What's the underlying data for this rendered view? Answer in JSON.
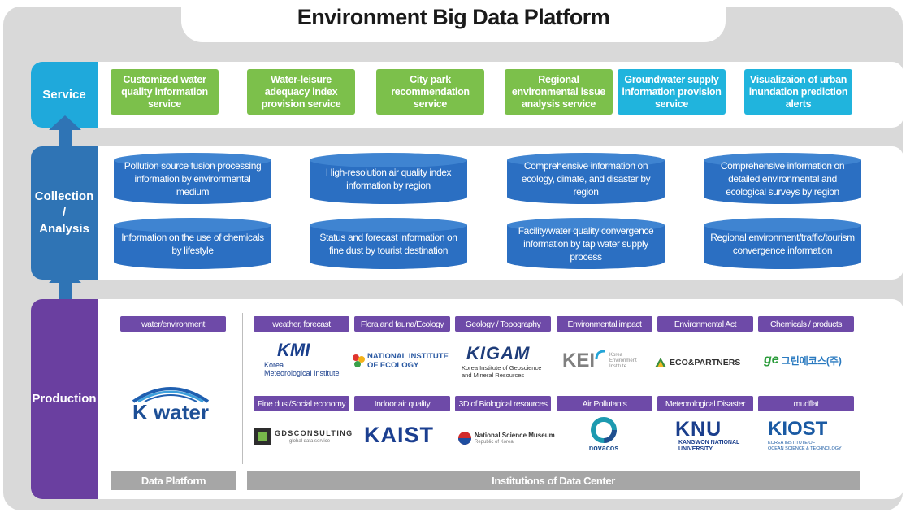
{
  "title": "Environment Big Data Platform",
  "rows": {
    "service": "Service",
    "collection": "Collection\n/\nAnalysis",
    "production": "Production"
  },
  "services": [
    "Customized water quality information service",
    "Water-leisure adequacy index provision service",
    "City park recommendation service",
    "Regional environmental issue analysis service",
    "Groundwater supply information provision service",
    "Visualizaion of urban inundation prediction alerts"
  ],
  "analysis": [
    "Pollution source fusion processing information by environmental medium",
    "High-resolution air quality index information by region",
    "Comprehensive information on ecology, dimate, and disaster by region",
    "Comprehensive information on detailed environmental and ecological surveys by region",
    "Information on the use of chemicals by lifestyle",
    "Status and forecast information on fine dust by tourist destination",
    "Facility/water quality convergence information by tap water supply process",
    "Regional environment/traffic/tourism convergence information"
  ],
  "production": {
    "platform_tag": "water/environment",
    "tags_top": [
      "weather, forecast",
      "Flora and fauna/Ecology",
      "Geology / Topography",
      "Environmental impact",
      "Environmental Act",
      "Chemicals / products"
    ],
    "tags_bottom": [
      "Fine dust/Social economy",
      "Indoor air quality",
      "3D of Biological resources",
      "Air Pollutants",
      "Meteorological Disaster",
      "mudflat"
    ],
    "logos": {
      "kwater": "K water",
      "kmi": "KMI",
      "kmi_sub1": "Korea",
      "kmi_sub2": "Meteorological Institute",
      "nie": "NATIONAL INSTITUTE",
      "nie2": "OF ECOLOGY",
      "kigam": "KIGAM",
      "kigam_sub1": "Korea Institute of Geoscience",
      "kigam_sub2": "and Mineral Resources",
      "kei": "KEI",
      "kei_sub1": "Korea",
      "kei_sub2": "Environment",
      "kei_sub3": "Institute",
      "eco": "ECO&PARTNERS",
      "green": "그린에코스(주)",
      "gds": "GDSCONSULTING",
      "gds_sub": "global data service",
      "kaist": "KAIST",
      "museum": "National Science Museum",
      "museum_sub": "Republic of Korea",
      "novacos": "novacos",
      "knu": "KNU",
      "knu_sub1": "KANGWON NATIONAL",
      "knu_sub2": "UNIVERSITY",
      "kiost": "KIOST",
      "kiost_sub1": "KOREA INSTITUTE OF",
      "kiost_sub2": "OCEAN SCIENCE & TECHNOLOGY"
    },
    "bar_left": "Data Platform",
    "bar_right": "Institutions of Data Center"
  },
  "colors": {
    "service_label": "#1fa9db",
    "collection_label": "#2f74b5",
    "production_label": "#6a3fa0",
    "green_box": "#7cc04b",
    "blue_box": "#20b4dd",
    "cylinder": "#2b6fc2",
    "tag": "#6e4aa8"
  }
}
